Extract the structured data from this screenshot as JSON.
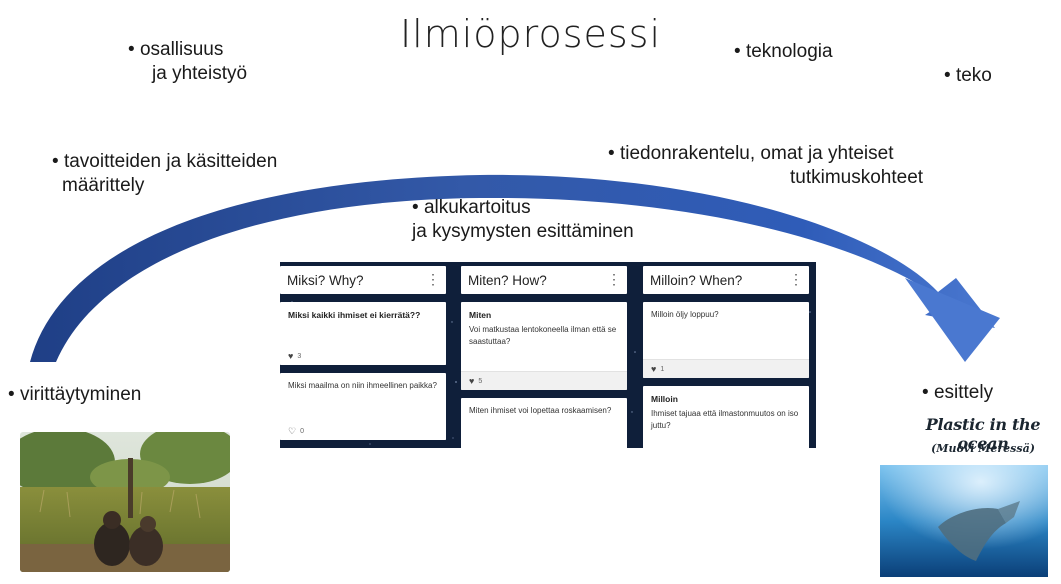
{
  "title": "Ilmiöprosessi",
  "labels": {
    "osallisuus_1": "osallisuus",
    "osallisuus_2": "ja yhteistyö",
    "teknologia": "teknologia",
    "teko": "teko",
    "tavoitteet_1": "tavoitteiden ja käsitteiden",
    "tavoitteet_2": "määrittely",
    "tiedon_1": "tiedonrakentelu, omat ja yhteiset",
    "tiedon_2": "tutkimuskohteet",
    "alku_1": "alkukartoitus",
    "alku_2": "ja kysymysten esittäminen",
    "virittaytyminen": "virittäytyminen",
    "esittely": "esittely"
  },
  "board": {
    "columns": [
      {
        "header": "Miksi? Why?",
        "cards": [
          {
            "title": "Miksi kaikki ihmiset ei kierrätä??",
            "text": "",
            "likes": "3",
            "heart": "♥"
          },
          {
            "title": "",
            "text": "Miksi maailma on niin ihmeellinen paikka?",
            "likes": "0",
            "heart": "♡"
          }
        ]
      },
      {
        "header": "Miten? How?",
        "cards": [
          {
            "title": "Miten",
            "text": "Voi matkustaa lentokoneella ilman että se saastuttaa?",
            "likes": "5",
            "heart": "♥"
          },
          {
            "title": "",
            "text": "Miten ihmiset voi lopettaa roskaamisen?",
            "likes": "",
            "heart": ""
          }
        ]
      },
      {
        "header": "Milloin? When?",
        "cards": [
          {
            "title": "",
            "text": "Milloin öljy loppuu?",
            "likes": "1",
            "heart": "♥"
          },
          {
            "title": "Milloin",
            "text": "Ihmiset tajuaa että ilmastonmuutos on iso juttu?",
            "likes": "",
            "heart": ""
          }
        ]
      }
    ]
  },
  "presentation": {
    "title": "Plastic in the ocean",
    "subtitle": "(Muovi Meressä)"
  },
  "colors": {
    "arrow_dark": "#1f3f86",
    "arrow_light": "#4a78d0",
    "board_bg": "#0f1f3a"
  }
}
